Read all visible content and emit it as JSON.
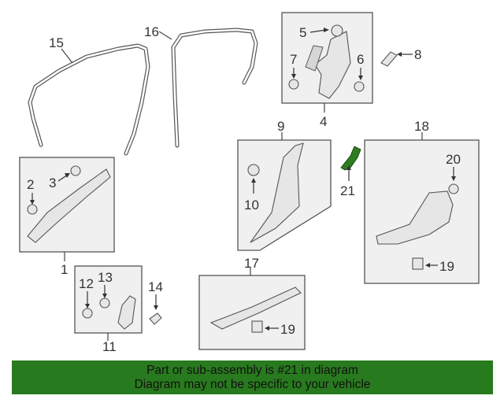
{
  "callouts": {
    "n1": "1",
    "n2": "2",
    "n3": "3",
    "n4": "4",
    "n5": "5",
    "n6": "6",
    "n7": "7",
    "n8": "8",
    "n9": "9",
    "n10": "10",
    "n11": "11",
    "n12": "12",
    "n13": "13",
    "n14": "14",
    "n15": "15",
    "n16": "16",
    "n17": "17",
    "n18": "18",
    "n19a": "19",
    "n19b": "19",
    "n20": "20",
    "n21": "21"
  },
  "highlight": {
    "part": "21",
    "color": "#2e7d1f"
  },
  "banner": {
    "line1": "Part or sub-assembly is #21 in diagram",
    "line2": "Diagram may not be specific to your vehicle",
    "color": "#287a1e"
  }
}
